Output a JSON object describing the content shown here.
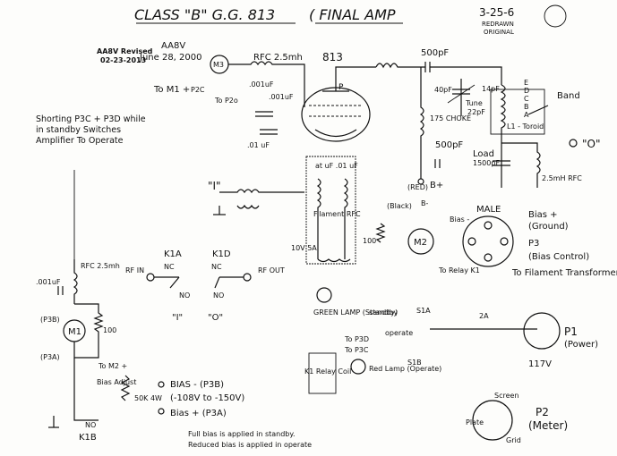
{
  "header": {
    "title": "CLASS \"B\" G.G. 813",
    "subtitle": "( FINAL AMP",
    "date": "3-25-6",
    "redrawn": "REDRAWN",
    "original": "ORIGINAL"
  },
  "revision": {
    "line1": "AA8V Revised",
    "line2": "02-23-2013"
  },
  "credit": {
    "line1": "AA8V",
    "line2": "June 28, 2000"
  },
  "tube_label": "813",
  "labels": {
    "rfc_top": "RFC 2.5mh",
    "m3": "M3",
    "to_m1": "To M1 +",
    "p2c": "P2C",
    "to_p2o": "To P2o",
    "cap001_a": ".001uF",
    "cap001_b": ".001uF",
    "cap01": ".01 uF",
    "cap500_top": "500pF",
    "pf40": "40pF",
    "tune": "Tune",
    "pf22": "22pF",
    "p14": "14pF",
    "band": "Band",
    "toroid": "L1 - Toroid",
    "choke": "175 CHOKE",
    "cap500_mid": "500pF",
    "load": "Load",
    "load_pf": "1500pF",
    "rfc_right": "2.5mH RFC",
    "out_label": "\"O\"",
    "bplus": "B+",
    "red": "(RED)",
    "black": "(Black)",
    "bminus": "B-",
    "male": "MALE",
    "bias_minus": "Bias -",
    "bias_plus": "Bias +",
    "ground": "(Ground)",
    "p3": "P3",
    "bias_control": "(Bias Control)",
    "to_filament": "To Filament Transformer",
    "to_relay": "To Relay K1",
    "m2": "M2",
    "r100": "100",
    "volts": "10V 5A",
    "filament_rfc": "Filament RFC",
    "cap01pair": "at uF .01 uF",
    "input_i": "\"I\"",
    "shorting": "Shorting P3C + P3D while in standby Switches Amplifier To Operate",
    "k1a": "K1A",
    "k1d": "K1D",
    "nc_a": "NC",
    "nc_d": "NC",
    "no_a": "NO",
    "no_d": "NO",
    "rf_in": "RF IN",
    "rf_out": "RF OUT",
    "i_a": "\"I\"",
    "o_d": "\"O\"",
    "rfc_left": "RFC 2.5mh",
    "cap001_left": ".001uF",
    "p3b": "(P3B)",
    "p3a": "(P3A)",
    "m1": "M1",
    "r100_left": "100",
    "to_m2": "To M2 +",
    "bias_adjust": "Bias Adjust",
    "pot": "50K 4W",
    "bias_minus_b": "BIAS - (P3B)",
    "volt_range": "(-108V to -150V)",
    "bias_plus_a": "Bias + (P3A)",
    "no_b": "NO",
    "k1b": "K1B",
    "green_lamp": "GREEN LAMP (Standby)",
    "standby": "standby",
    "operate": "operate",
    "to_p3d": "To P3D",
    "to_p3c": "To P3C",
    "s1a": "S1A",
    "s1b": "S1B",
    "fuse": "2A",
    "k1": "K1 Relay Coil",
    "red_lamp": "Red Lamp (Operate)",
    "p1": "P1",
    "power": "(Power)",
    "v117": "117V",
    "screen": "Screen",
    "plate": "Plate",
    "grid": "Grid",
    "p2": "P2",
    "meter": "(Meter)",
    "footnote1": "Full bias is applied in standby.",
    "footnote2": "Reduced bias is applied in operate"
  }
}
